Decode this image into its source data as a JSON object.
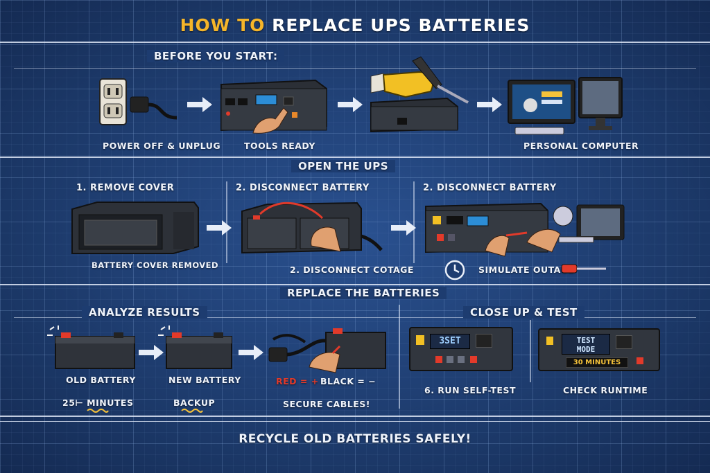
{
  "title": {
    "accent": "HOW TO",
    "rest": "REPLACE UPS BATTERIES"
  },
  "sections": {
    "before": "BEFORE YOU START:",
    "open": "OPEN THE UPS",
    "replace": "REPLACE THE BATTERIES",
    "analyze": "ANALYZE RESULTS",
    "close": "CLOSE UP & TEST"
  },
  "before": {
    "step1": "POWER OFF & UNPLUG",
    "step2": "TOOLS READY",
    "step3": "PERSONAL COMPUTER"
  },
  "open": {
    "h1": "1. REMOVE COVER",
    "h2": "2. DISCONNECT BATTERY",
    "h3": "2. DISCONNECT BATTERY",
    "cap1": "BATTERY COVER REMOVED",
    "cap2": "2. DISCONNECT COTAGE",
    "cap3": "SIMULATE OUTAGE"
  },
  "replace": {
    "old": "OLD BATTERY",
    "new": "NEW BATTERY",
    "red": "RED = +",
    "black": "BLACK = −",
    "minutes": "25⊢ MINUTES",
    "backup": "BACKUP",
    "secure": "SECURE CABLES!"
  },
  "test": {
    "screen1": "3SET",
    "screen2_l1": "TEST",
    "screen2_l2": "MODE",
    "runtime_badge": "30 MINUTES",
    "self_test": "6. RUN SELF-TEST",
    "check": "CHECK RUNTIME"
  },
  "footer": "RECYCLE OLD BATTERIES SAFELY!",
  "colors": {
    "background": "#1c3a6c",
    "accent": "#f5b52a",
    "red": "#e23a2a",
    "lines": "#dfe8f7"
  }
}
